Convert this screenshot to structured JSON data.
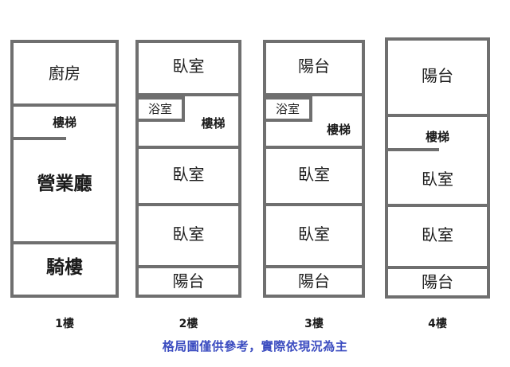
{
  "diagram": {
    "kind": "floor-plan",
    "disclaimer": "格局圖僅供參考，實際依現況為主",
    "wall_color": "#6f6f6f",
    "text_color": "#1b1b1b",
    "disclaimer_color": "#3b4cc0",
    "background": "#ffffff"
  },
  "floors": [
    {
      "id": "floor-1",
      "caption": "1樓",
      "rooms": [
        {
          "name": "廚房",
          "label": "廚房"
        },
        {
          "name": "樓梯",
          "label": "樓梯"
        },
        {
          "name": "營業廳",
          "label": "營業廳"
        },
        {
          "name": "騎樓",
          "label": "騎樓"
        }
      ]
    },
    {
      "id": "floor-2",
      "caption": "2樓",
      "rooms": [
        {
          "name": "臥室",
          "label": "臥室"
        },
        {
          "name": "浴室",
          "label": "浴室"
        },
        {
          "name": "樓梯",
          "label": "樓梯"
        },
        {
          "name": "臥室",
          "label": "臥室"
        },
        {
          "name": "臥室",
          "label": "臥室"
        },
        {
          "name": "陽台",
          "label": "陽台"
        }
      ]
    },
    {
      "id": "floor-3",
      "caption": "3樓",
      "rooms": [
        {
          "name": "陽台",
          "label": "陽台"
        },
        {
          "name": "浴室",
          "label": "浴室"
        },
        {
          "name": "樓梯",
          "label": "樓梯"
        },
        {
          "name": "臥室",
          "label": "臥室"
        },
        {
          "name": "臥室",
          "label": "臥室"
        },
        {
          "name": "陽台",
          "label": "陽台"
        }
      ]
    },
    {
      "id": "floor-4",
      "caption": "4樓",
      "rooms": [
        {
          "name": "陽台",
          "label": "陽台"
        },
        {
          "name": "樓梯",
          "label": "樓梯"
        },
        {
          "name": "臥室",
          "label": "臥室"
        },
        {
          "name": "臥室",
          "label": "臥室"
        },
        {
          "name": "陽台",
          "label": "陽台"
        }
      ]
    }
  ]
}
